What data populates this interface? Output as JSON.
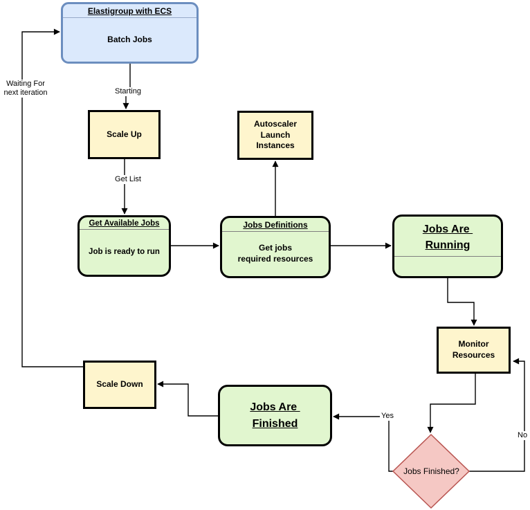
{
  "colors": {
    "blue_fill": "#dbe9fc",
    "blue_border": "#6c8ebf",
    "blue_divider": "#96a9c8",
    "yellow_fill": "#fef5cd",
    "green_fill": "#e1f6cf",
    "pink_fill": "#f5c8c4",
    "pink_border": "#b85450",
    "node_border": "#000000",
    "divider": "#7f7f7f",
    "edge_color": "#000000"
  },
  "nodes": {
    "batch_jobs": {
      "title": "Elastigroup with ECS",
      "body": "Batch Jobs"
    },
    "scale_up": {
      "label": "Scale Up"
    },
    "autoscaler": {
      "lines": [
        "Autoscaler",
        "Launch",
        "Instances"
      ]
    },
    "get_available_jobs": {
      "title": "Get Available Jobs",
      "body": "Job is ready to run"
    },
    "jobs_definitions": {
      "title": "Jobs Definitions",
      "body_lines": [
        "Get jobs",
        "required resources"
      ]
    },
    "jobs_are_running": {
      "lines": [
        "Jobs Are ",
        "Running"
      ]
    },
    "monitor_resources": {
      "lines": [
        "Monitor",
        "Resources"
      ]
    },
    "jobs_finished": {
      "label": "Jobs Finished?"
    },
    "jobs_are_finished": {
      "lines": [
        "Jobs Are ",
        "Finished"
      ]
    },
    "scale_down": {
      "label": "Scale Down"
    }
  },
  "edge_labels": {
    "starting": "Starting",
    "get_list": "Get List",
    "waiting": [
      "Waiting For",
      "next iteration"
    ],
    "yes": "Yes",
    "no": "No"
  }
}
